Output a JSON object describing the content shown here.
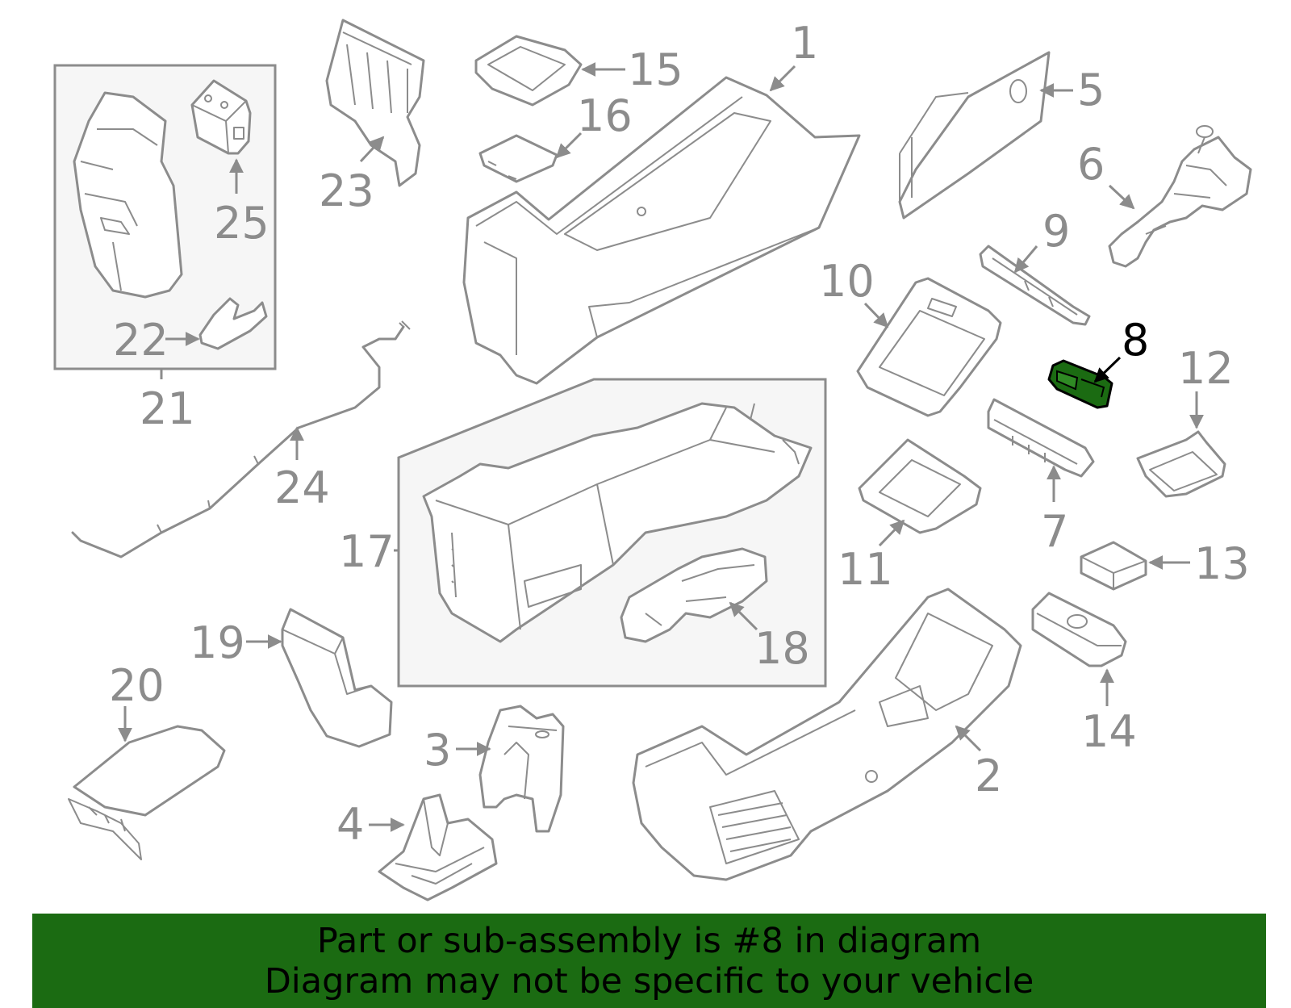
{
  "diagram": {
    "highlighted_part": "8",
    "highlight_color": "#1b6b12",
    "labels": {
      "p1": "1",
      "p2": "2",
      "p3": "3",
      "p4": "4",
      "p5": "5",
      "p6": "6",
      "p7": "7",
      "p8": "8",
      "p9": "9",
      "p10": "10",
      "p11": "11",
      "p12": "12",
      "p13": "13",
      "p14": "14",
      "p15": "15",
      "p16": "16",
      "p17": "17",
      "p18": "18",
      "p19": "19",
      "p20": "20",
      "p21": "21",
      "p22": "22",
      "p23": "23",
      "p24": "24",
      "p25": "25"
    }
  },
  "banner": {
    "line1": "Part or sub-assembly is #8 in diagram",
    "line2": "Diagram may not be specific to your vehicle",
    "background": "#1b6b12"
  }
}
